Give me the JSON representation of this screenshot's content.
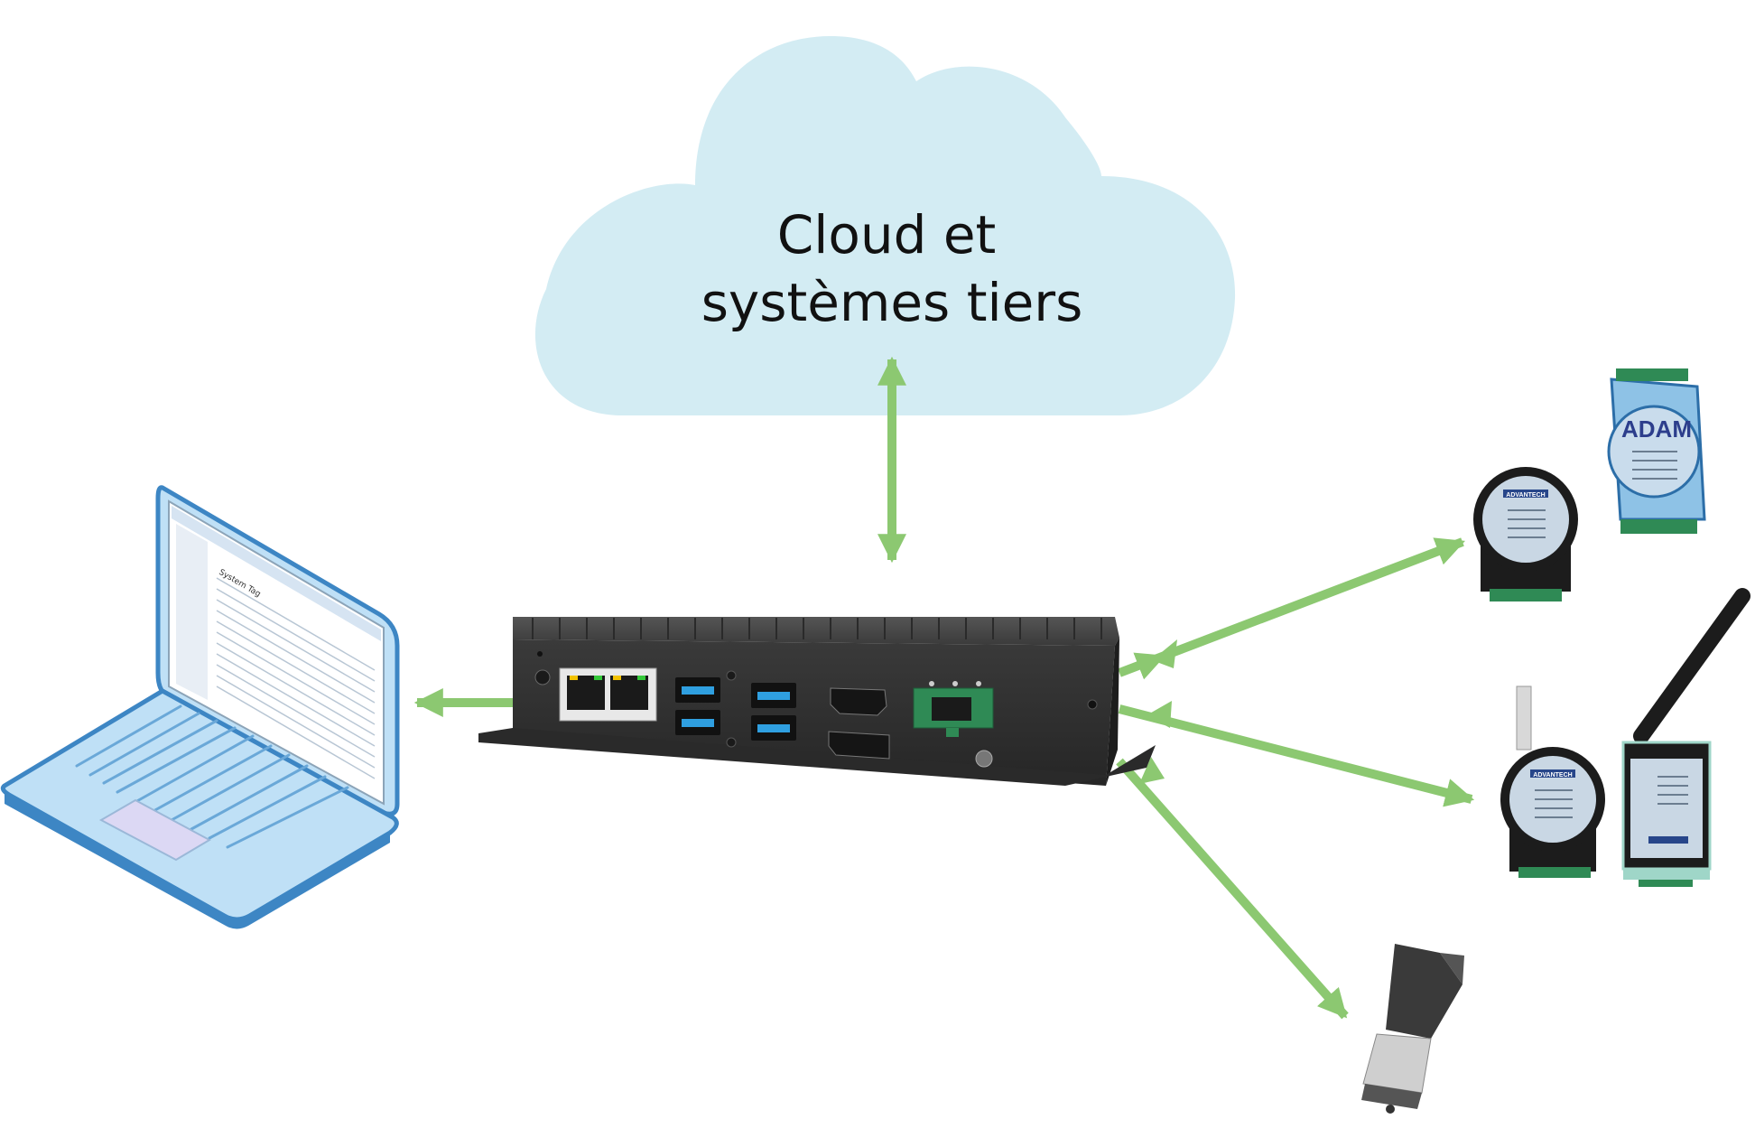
{
  "cloud": {
    "label_line1": "Cloud et",
    "label_line2": "systèmes tiers"
  },
  "laptop": {
    "screen_title": "System Tag"
  },
  "devices": {
    "adam_label": "ADAM",
    "advantech_label": "ADVANTECH"
  },
  "colors": {
    "cloud": "#d3ecf3",
    "arrow": "#8cc871",
    "gateway": "#2b2b2b",
    "laptop": "#bfe0f6",
    "adam_module": "#8ec2e6"
  }
}
